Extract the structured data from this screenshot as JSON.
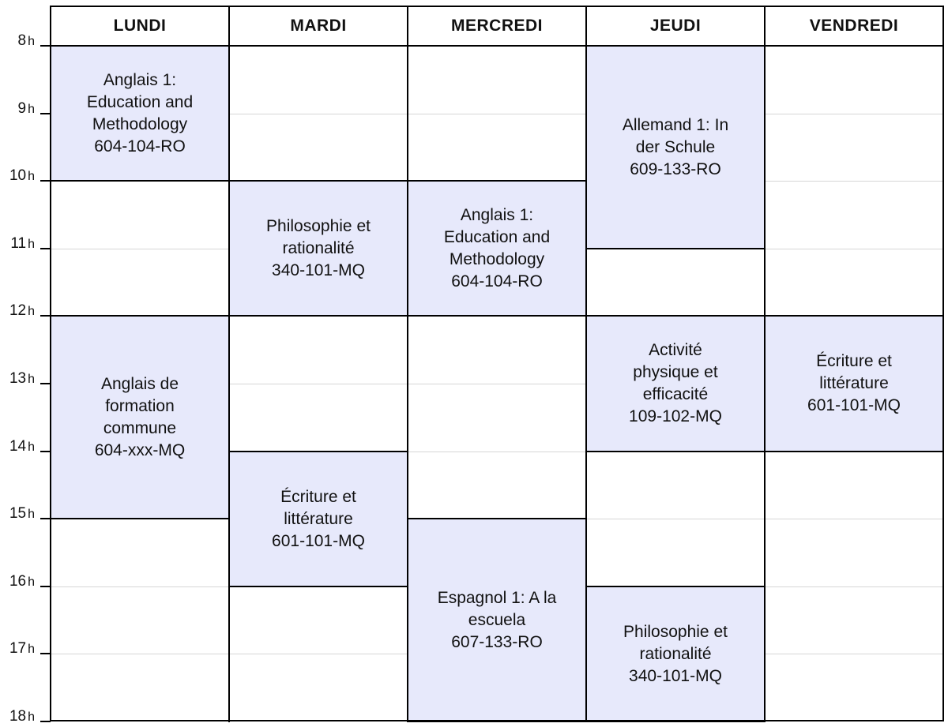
{
  "days": [
    "LUNDI",
    "MARDI",
    "MERCREDI",
    "JEUDI",
    "VENDREDI"
  ],
  "hours": [
    "8",
    "9",
    "10",
    "11",
    "12",
    "13",
    "14",
    "15",
    "16",
    "17",
    "18"
  ],
  "hour_suffix": "h",
  "colors": {
    "course_fill": "#e7e9fb",
    "border": "#000000",
    "gridline": "#d6d6d6"
  },
  "courses": [
    {
      "day": 0,
      "start": 8,
      "end": 10,
      "lines": [
        "Anglais 1:",
        "Education and",
        "Methodology",
        "604-104-RO"
      ]
    },
    {
      "day": 0,
      "start": 12,
      "end": 15,
      "lines": [
        "Anglais de",
        "formation",
        "commune",
        "604-xxx-MQ"
      ]
    },
    {
      "day": 1,
      "start": 10,
      "end": 12,
      "lines": [
        "Philosophie et",
        "rationalité",
        "340-101-MQ"
      ]
    },
    {
      "day": 1,
      "start": 14,
      "end": 16,
      "lines": [
        "Écriture et",
        "littérature",
        "601-101-MQ"
      ]
    },
    {
      "day": 2,
      "start": 10,
      "end": 12,
      "lines": [
        "Anglais 1:",
        "Education and",
        "Methodology",
        "604-104-RO"
      ]
    },
    {
      "day": 2,
      "start": 15,
      "end": 18,
      "lines": [
        "Espagnol 1: A la",
        "escuela",
        "607-133-RO"
      ]
    },
    {
      "day": 3,
      "start": 8,
      "end": 11,
      "lines": [
        "Allemand 1: In",
        "der Schule",
        "609-133-RO"
      ]
    },
    {
      "day": 3,
      "start": 12,
      "end": 14,
      "lines": [
        "Activité",
        "physique et",
        "efficacité",
        "109-102-MQ"
      ]
    },
    {
      "day": 3,
      "start": 16,
      "end": 18,
      "lines": [
        "Philosophie et",
        "rationalité",
        "340-101-MQ"
      ]
    },
    {
      "day": 4,
      "start": 12,
      "end": 14,
      "lines": [
        "Écriture et",
        "littérature",
        "601-101-MQ"
      ]
    }
  ],
  "empty_boundaries": [
    {
      "day": 0,
      "hours": [
        10,
        15
      ]
    },
    {
      "day": 1,
      "hours": [
        12
      ]
    },
    {
      "day": 2,
      "hours": [
        12,
        15
      ]
    },
    {
      "day": 3,
      "hours": [
        11,
        14
      ]
    },
    {
      "day": 4,
      "hours": [
        14
      ]
    }
  ]
}
